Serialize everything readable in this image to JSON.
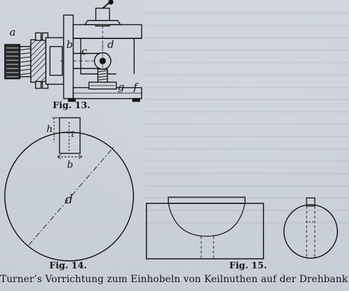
{
  "figures": {
    "fig13": {
      "caption": "Fig. 13.",
      "labels": {
        "a": "a",
        "b": "b",
        "c": "c",
        "d": "d",
        "g": "g",
        "f": "f"
      }
    },
    "fig14": {
      "caption": "Fig. 14.",
      "labels": {
        "h": "h",
        "t": "t",
        "b": "b",
        "d": "d"
      }
    },
    "fig15": {
      "caption": "Fig. 15."
    }
  },
  "caption": "Turner’s Vorrichtung zum Einhobeln von Keilnuthen auf der Drehbank.",
  "colors": {
    "ink": "#141414",
    "paper": "#cbd0d8"
  }
}
